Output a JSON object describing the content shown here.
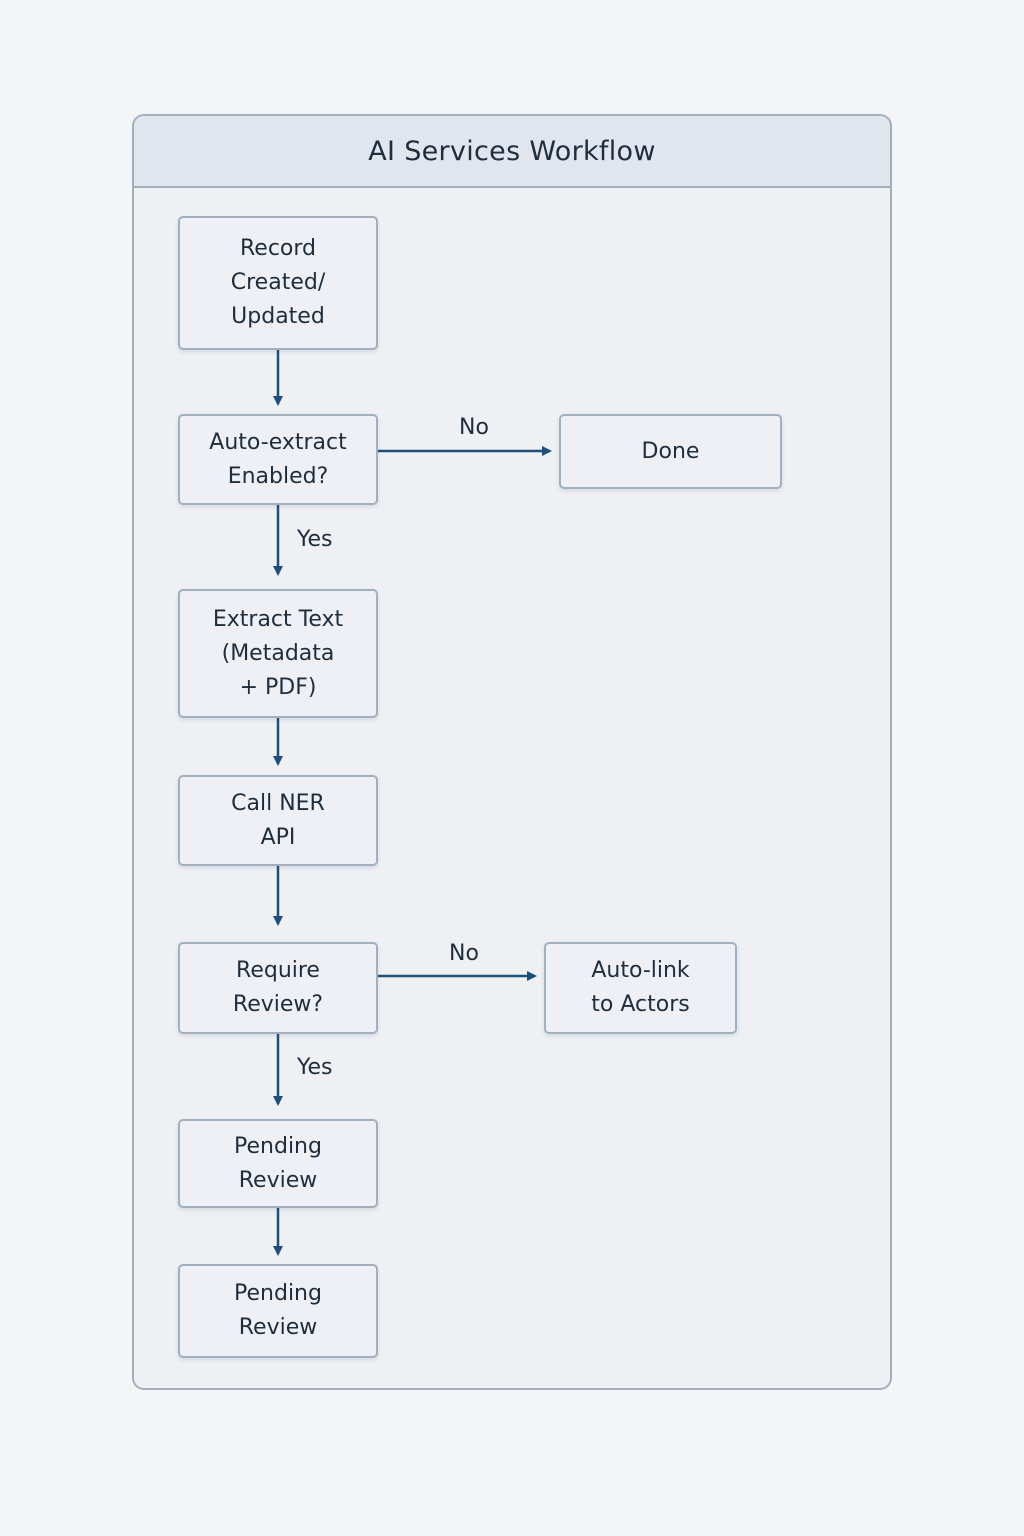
{
  "diagram": {
    "title": "AI Services Workflow",
    "nodes": {
      "record": "Record\nCreated/\nUpdated",
      "autoextract": "Auto-extract\nEnabled?",
      "done": "Done",
      "extract": "Extract Text\n(Metadata\n+ PDF)",
      "ner": "Call NER\nAPI",
      "review": "Require\nReview?",
      "autolink": "Auto-link\nto Actors",
      "pending1": "Pending\nReview",
      "pending2": "Pending\nReview"
    },
    "edge_labels": {
      "autoextract_no": "No",
      "autoextract_yes": "Yes",
      "review_no": "No",
      "review_yes": "Yes"
    },
    "colors": {
      "arrow": "#1f4f7c",
      "border": "#a2afbf"
    }
  }
}
